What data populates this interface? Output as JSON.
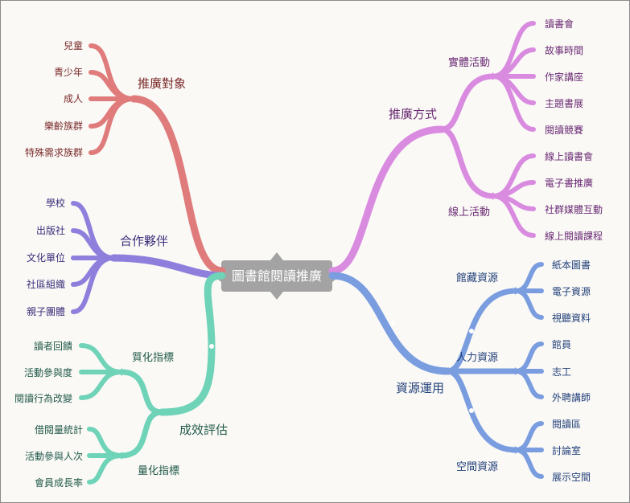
{
  "center": {
    "label": "圖書館閱讀推廣",
    "fill": "#a3a3a3",
    "text_color": "#ffffff"
  },
  "branches": [
    {
      "id": "promo-target",
      "label": "推廣對象",
      "color": "#e07b7b",
      "text_color": "#7a2a2a",
      "children": [
        {
          "label": "兒童"
        },
        {
          "label": "青少年"
        },
        {
          "label": "成人"
        },
        {
          "label": "樂齡族群"
        },
        {
          "label": "特殊需求族群"
        }
      ]
    },
    {
      "id": "partners",
      "label": "合作夥伴",
      "color": "#8f7fdc",
      "text_color": "#3b2f7a",
      "children": [
        {
          "label": "學校"
        },
        {
          "label": "出版社"
        },
        {
          "label": "文化單位"
        },
        {
          "label": "社區組織"
        },
        {
          "label": "親子團體"
        }
      ]
    },
    {
      "id": "evaluation",
      "label": "成效評估",
      "color": "#6fd3b8",
      "text_color": "#225a4a",
      "children": [
        {
          "label": "質化指標",
          "children": [
            {
              "label": "讀者回饋"
            },
            {
              "label": "活動參與度"
            },
            {
              "label": "閱讀行為改變"
            }
          ]
        },
        {
          "label": "量化指標",
          "children": [
            {
              "label": "借閱量統計"
            },
            {
              "label": "活動參與人次"
            },
            {
              "label": "會員成長率"
            }
          ]
        }
      ]
    },
    {
      "id": "promo-method",
      "label": "推廣方式",
      "color": "#d98be0",
      "text_color": "#6a2a74",
      "children": [
        {
          "label": "實體活動",
          "children": [
            {
              "label": "讀書會"
            },
            {
              "label": "故事時間"
            },
            {
              "label": "作家講座"
            },
            {
              "label": "主題書展"
            },
            {
              "label": "閱讀競賽"
            }
          ]
        },
        {
          "label": "線上活動",
          "children": [
            {
              "label": "線上讀書會"
            },
            {
              "label": "電子書推廣"
            },
            {
              "label": "社群媒體互動"
            },
            {
              "label": "線上閱讀課程"
            }
          ]
        }
      ]
    },
    {
      "id": "resources",
      "label": "資源運用",
      "color": "#7a9de0",
      "text_color": "#23417a",
      "children": [
        {
          "label": "館藏資源",
          "children": [
            {
              "label": "紙本圖書"
            },
            {
              "label": "電子資源"
            },
            {
              "label": "視聽資料"
            }
          ]
        },
        {
          "label": "人力資源",
          "children": [
            {
              "label": "館員"
            },
            {
              "label": "志工"
            },
            {
              "label": "外聘講師"
            }
          ]
        },
        {
          "label": "空間資源",
          "children": [
            {
              "label": "閱讀區"
            },
            {
              "label": "討論室"
            },
            {
              "label": "展示空間"
            }
          ]
        }
      ]
    }
  ]
}
